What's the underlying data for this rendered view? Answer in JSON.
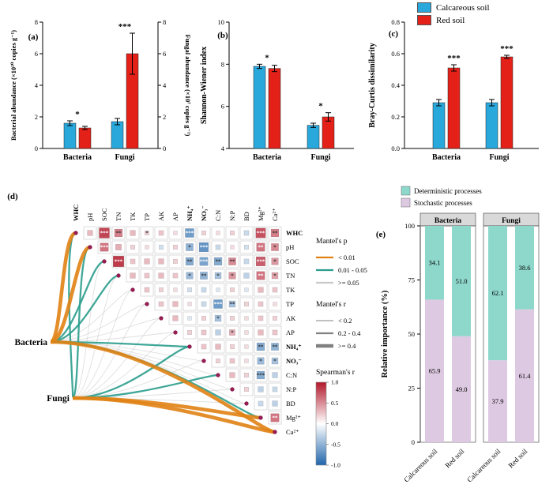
{
  "legend_top": {
    "items": [
      {
        "label": "Calcareous soil",
        "color": "#29A8DC"
      },
      {
        "label": "Red soil",
        "color": "#E32119"
      }
    ]
  },
  "chart_data": [
    {
      "id": "a",
      "panel_label": "(a)",
      "type": "bar",
      "categories": [
        "Bacteria",
        "Fungi"
      ],
      "series": [
        {
          "name": "Calcareous soil",
          "color": "#29A8DC",
          "values": [
            1.6,
            1.7
          ],
          "errors": [
            0.15,
            0.2
          ]
        },
        {
          "name": "Red soil",
          "color": "#E32119",
          "values": [
            1.3,
            6.0
          ],
          "errors": [
            0.1,
            1.3
          ]
        }
      ],
      "ylabel_left": "Bacterial abundance (×10¹⁰ copies g⁻¹)",
      "ylabel_right": "Fungal abundance (×10⁷ copies g⁻¹)",
      "ylim": [
        0,
        8
      ],
      "yticks": [
        0,
        2,
        4,
        6,
        8
      ],
      "ytick_labels": [
        "0",
        "2",
        "4",
        "6",
        "8"
      ],
      "yticks_right": [
        0,
        2,
        4,
        6,
        8
      ],
      "ytick_right_labels": [
        "0",
        "2",
        "4",
        "6",
        "8"
      ],
      "significance": [
        {
          "category": "Bacteria",
          "label": "*"
        },
        {
          "category": "Fungi",
          "label": "***"
        }
      ]
    },
    {
      "id": "b",
      "panel_label": "(b)",
      "type": "bar",
      "categories": [
        "Bacteria",
        "Fungi"
      ],
      "series": [
        {
          "name": "Calcareous soil",
          "color": "#29A8DC",
          "values": [
            7.9,
            5.1
          ],
          "errors": [
            0.1,
            0.1
          ]
        },
        {
          "name": "Red soil",
          "color": "#E32119",
          "values": [
            7.8,
            5.5
          ],
          "errors": [
            0.15,
            0.2
          ]
        }
      ],
      "ylabel": "Shannon-Wiener index",
      "ylim": [
        4,
        10
      ],
      "yticks": [
        4,
        6,
        8,
        10
      ],
      "ytick_labels": [
        "4",
        "6",
        "8",
        "10"
      ],
      "significance": [
        {
          "category": "Bacteria",
          "label": "*"
        },
        {
          "category": "Fungi",
          "label": "*"
        }
      ]
    },
    {
      "id": "c",
      "panel_label": "(c)",
      "type": "bar",
      "categories": [
        "Bacteria",
        "Fungi"
      ],
      "series": [
        {
          "name": "Calcareous soil",
          "color": "#29A8DC",
          "values": [
            0.29,
            0.29
          ],
          "errors": [
            0.02,
            0.02
          ]
        },
        {
          "name": "Red soil",
          "color": "#E32119",
          "values": [
            0.51,
            0.58
          ],
          "errors": [
            0.02,
            0.01
          ]
        }
      ],
      "ylabel": "Bray-Curtis dissimilarity",
      "ylim": [
        0,
        0.8
      ],
      "yticks": [
        0,
        0.2,
        0.4,
        0.6,
        0.8
      ],
      "ytick_labels": [
        "0.0",
        "0.2",
        "0.4",
        "0.6",
        "0.8"
      ],
      "significance": [
        {
          "category": "Bacteria",
          "label": "***",
          "on": "Red soil"
        },
        {
          "category": "Fungi",
          "label": "***",
          "on": "Red soil"
        }
      ]
    },
    {
      "id": "d",
      "panel_label": "(d)",
      "type": "heatmap",
      "subtype": "mantel_correlation",
      "variables": [
        {
          "label": "WHC",
          "bold": true
        },
        {
          "label": "pH",
          "bold": false
        },
        {
          "label": "SOC",
          "bold": false
        },
        {
          "label": "TN",
          "bold": false
        },
        {
          "label": "TK",
          "bold": false
        },
        {
          "label": "TP",
          "bold": false
        },
        {
          "label": "AK",
          "bold": false
        },
        {
          "label": "AP",
          "bold": false
        },
        {
          "label": "NH₄⁺",
          "bold": true
        },
        {
          "label": "NO₃⁻",
          "bold": true
        },
        {
          "label": "C:N",
          "bold": false
        },
        {
          "label": "N:P",
          "bold": false
        },
        {
          "label": "BD",
          "bold": false
        },
        {
          "label": "Mg²⁺",
          "bold": false
        },
        {
          "label": "Ca²⁺",
          "bold": false
        }
      ],
      "correlations": [
        {
          "row": "WHC",
          "values": [
            0.3,
            0.8,
            0.55,
            0.3,
            0.2,
            0.25,
            0.15,
            -0.65,
            0.2,
            0.15,
            0.2,
            -0.25,
            0.75,
            0.55
          ],
          "sig": [
            "",
            "***",
            "**",
            "",
            "*",
            "",
            "",
            "***",
            "",
            "",
            "",
            "",
            "***",
            "**"
          ]
        },
        {
          "row": "pH",
          "values": [
            0.6,
            0.35,
            0.2,
            0.15,
            -0.2,
            0.2,
            -0.5,
            -0.7,
            -0.25,
            0.15,
            -0.2,
            0.6,
            0.5
          ],
          "sig": [
            "***",
            "",
            "",
            "",
            "",
            "",
            "*",
            "***",
            "",
            "",
            "",
            "**",
            "*"
          ]
        },
        {
          "row": "SOC",
          "values": [
            0.85,
            0.25,
            0.3,
            0.3,
            0.2,
            -0.55,
            -0.6,
            -0.55,
            0.5,
            -0.25,
            0.7,
            0.45
          ],
          "sig": [
            "***",
            "",
            "",
            "",
            "",
            "**",
            "***",
            "**",
            "**",
            "",
            "***",
            "*"
          ]
        },
        {
          "row": "TN",
          "values": [
            0.3,
            0.25,
            0.3,
            0.25,
            -0.45,
            -0.5,
            -0.4,
            0.45,
            -0.3,
            0.6,
            0.4
          ],
          "sig": [
            "",
            "",
            "",
            "",
            "*",
            "**",
            "*",
            "*",
            "",
            "**",
            "*"
          ]
        },
        {
          "row": "TK",
          "values": [
            0.25,
            0.2,
            0.15,
            -0.2,
            -0.25,
            -0.15,
            0.2,
            -0.15,
            0.3,
            0.25
          ],
          "sig": [
            "",
            "",
            "",
            "",
            "",
            "",
            "",
            "",
            "",
            ""
          ]
        },
        {
          "row": "TP",
          "values": [
            0.25,
            0.3,
            0.15,
            -0.25,
            -0.65,
            -0.4,
            0.2,
            0.25,
            0.15
          ],
          "sig": [
            "",
            "",
            "",
            "",
            "***",
            "**",
            "",
            "",
            ""
          ]
        },
        {
          "row": "AK",
          "values": [
            0.3,
            -0.15,
            0.2,
            -0.4,
            0.2,
            0.15,
            0.25,
            0.2
          ],
          "sig": [
            "",
            "",
            "",
            "*",
            "",
            "",
            "",
            ""
          ]
        },
        {
          "row": "AP",
          "values": [
            0.2,
            0.25,
            -0.3,
            0.35,
            0.15,
            0.3,
            0.25
          ],
          "sig": [
            "",
            "",
            "",
            "*",
            "",
            "",
            ""
          ]
        },
        {
          "row": "NH₄⁺",
          "values": [
            0.25,
            0.3,
            0.2,
            0.15,
            -0.55,
            -0.5
          ],
          "sig": [
            "",
            "",
            "",
            "",
            "**",
            "**"
          ]
        },
        {
          "row": "NO₃⁻",
          "values": [
            0.2,
            0.25,
            0.15,
            -0.45,
            -0.4
          ],
          "sig": [
            "",
            "",
            "",
            "*",
            "*"
          ]
        },
        {
          "row": "C:N",
          "values": [
            0.3,
            0.2,
            -0.55,
            -0.3
          ],
          "sig": [
            "",
            "",
            "***",
            ""
          ]
        },
        {
          "row": "N:P",
          "values": [
            0.2,
            -0.3,
            -0.25
          ],
          "sig": [
            "",
            "",
            ""
          ]
        },
        {
          "row": "BD",
          "values": [
            -0.25,
            -0.3
          ],
          "sig": [
            "",
            ""
          ]
        },
        {
          "row": "Mg²⁺",
          "values": [
            0.6
          ],
          "sig": [
            "**"
          ]
        }
      ],
      "mantel": {
        "nodes": [
          {
            "label": "Bacteria"
          },
          {
            "label": "Fungi"
          }
        ],
        "edges": [
          {
            "from": "Bacteria",
            "to": "WHC",
            "p": "< 0.01",
            "r": ">= 0.4"
          },
          {
            "from": "Bacteria",
            "to": "pH",
            "p": "< 0.01",
            "r": ">= 0.4"
          },
          {
            "from": "Bacteria",
            "to": "SOC",
            "p": "0.01 - 0.05",
            "r": "0.2 - 0.4"
          },
          {
            "from": "Bacteria",
            "to": "TN",
            "p": "0.01 - 0.05",
            "r": "0.2 - 0.4"
          },
          {
            "from": "Bacteria",
            "to": "TK",
            "p": ">= 0.05",
            "r": "< 0.2"
          },
          {
            "from": "Bacteria",
            "to": "TP",
            "p": ">= 0.05",
            "r": "< 0.2"
          },
          {
            "from": "Bacteria",
            "to": "AK",
            "p": ">= 0.05",
            "r": "< 0.2"
          },
          {
            "from": "Bacteria",
            "to": "AP",
            "p": ">= 0.05",
            "r": "< 0.2"
          },
          {
            "from": "Bacteria",
            "to": "NH₄⁺",
            "p": "0.01 - 0.05",
            "r": "0.2 - 0.4"
          },
          {
            "from": "Bacteria",
            "to": "NO₃⁻",
            "p": ">= 0.05",
            "r": "< 0.2"
          },
          {
            "from": "Bacteria",
            "to": "C:N",
            "p": ">= 0.05",
            "r": "< 0.2"
          },
          {
            "from": "Bacteria",
            "to": "N:P",
            "p": ">= 0.05",
            "r": "< 0.2"
          },
          {
            "from": "Bacteria",
            "to": "BD",
            "p": ">= 0.05",
            "r": "< 0.2"
          },
          {
            "from": "Bacteria",
            "to": "Mg²⁺",
            "p": "0.01 - 0.05",
            "r": "0.2 - 0.4"
          },
          {
            "from": "Bacteria",
            "to": "Ca²⁺",
            "p": "< 0.01",
            "r": ">= 0.4"
          },
          {
            "from": "Fungi",
            "to": "WHC",
            "p": "0.01 - 0.05",
            "r": "0.2 - 0.4"
          },
          {
            "from": "Fungi",
            "to": "pH",
            "p": "0.01 - 0.05",
            "r": "0.2 - 0.4"
          },
          {
            "from": "Fungi",
            "to": "SOC",
            "p": ">= 0.05",
            "r": "< 0.2"
          },
          {
            "from": "Fungi",
            "to": "TN",
            "p": ">= 0.05",
            "r": "< 0.2"
          },
          {
            "from": "Fungi",
            "to": "TK",
            "p": ">= 0.05",
            "r": "< 0.2"
          },
          {
            "from": "Fungi",
            "to": "TP",
            "p": ">= 0.05",
            "r": "< 0.2"
          },
          {
            "from": "Fungi",
            "to": "AK",
            "p": ">= 0.05",
            "r": "< 0.2"
          },
          {
            "from": "Fungi",
            "to": "AP",
            "p": ">= 0.05",
            "r": "< 0.2"
          },
          {
            "from": "Fungi",
            "to": "NH₄⁺",
            "p": "0.01 - 0.05",
            "r": "0.2 - 0.4"
          },
          {
            "from": "Fungi",
            "to": "NO₃⁻",
            "p": ">= 0.05",
            "r": "< 0.2"
          },
          {
            "from": "Fungi",
            "to": "C:N",
            "p": "0.01 - 0.05",
            "r": "0.2 - 0.4"
          },
          {
            "from": "Fungi",
            "to": "N:P",
            "p": ">= 0.05",
            "r": "< 0.2"
          },
          {
            "from": "Fungi",
            "to": "BD",
            "p": ">= 0.05",
            "r": "< 0.2"
          },
          {
            "from": "Fungi",
            "to": "Mg²⁺",
            "p": "< 0.01",
            "r": ">= 0.4"
          },
          {
            "from": "Fungi",
            "to": "Ca²⁺",
            "p": "< 0.01",
            "r": ">= 0.4"
          }
        ]
      },
      "legend": {
        "mantel_p": {
          "title": "Mantel's p",
          "items": [
            {
              "label": "< 0.01",
              "color": "#E08214"
            },
            {
              "label": "0.01 - 0.05",
              "color": "#2B9D8D"
            },
            {
              "label": ">= 0.05",
              "color": "#C9C9C9"
            }
          ]
        },
        "mantel_r": {
          "title": "Mantel's r",
          "items": [
            {
              "label": "< 0.2",
              "width": 0.9
            },
            {
              "label": "0.2 - 0.4",
              "width": 2.3
            },
            {
              "label": ">= 0.4",
              "width": 4.6
            }
          ]
        },
        "spearman": {
          "title": "Spearman's r",
          "tick_labels": [
            "1.0",
            "0.5",
            "0.0",
            "-0.5",
            "-1.0"
          ],
          "color_positive": "#B2182B",
          "color_zero": "#FFFFFF",
          "color_negative": "#2166AC"
        }
      }
    },
    {
      "id": "e",
      "panel_label": "(e)",
      "type": "bar",
      "stacked": true,
      "series": [
        {
          "name": "Deterministic processes",
          "color": "#8ED7CB"
        },
        {
          "name": "Stochastic processes",
          "color": "#DEC9E2"
        }
      ],
      "facets": [
        {
          "label": "Bacteria",
          "bars": [
            {
              "category": "Calcareous soil",
              "deterministic": 34.1,
              "stochastic": 65.9
            },
            {
              "category": "Red soil",
              "deterministic": 51.0,
              "stochastic": 49.0
            }
          ]
        },
        {
          "label": "Fungi",
          "bars": [
            {
              "category": "Calcareous soil",
              "deterministic": 62.1,
              "stochastic": 37.9
            },
            {
              "category": "Red soil",
              "deterministic": 38.6,
              "stochastic": 61.4
            }
          ]
        }
      ],
      "ylabel": "Relative importance (%)",
      "ylim": [
        0,
        100
      ],
      "yticks": [
        0,
        25,
        50,
        75,
        100
      ],
      "ytick_labels": [
        "0",
        "25",
        "50",
        "75",
        "100"
      ]
    }
  ]
}
